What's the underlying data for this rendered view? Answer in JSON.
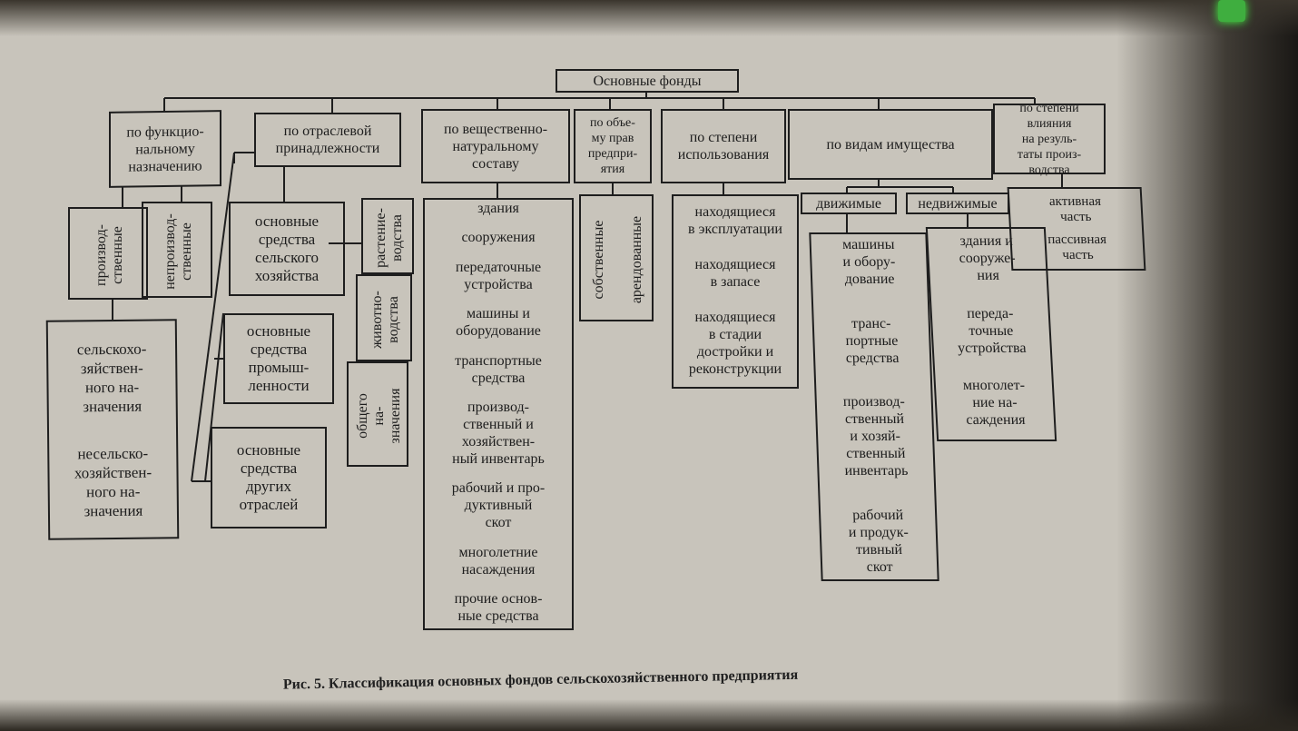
{
  "root": "Основные фонды",
  "categories": {
    "functional": "по функцио-\nнальному\nназначению",
    "branch": "по отраслевой\nпринадлежности",
    "material": "по вещественно-\nнатуральному\nсоставу",
    "rights": "по объе-\nму прав\nпредпри-\nятия",
    "usage": "по степени\nиспользования",
    "property": "по видам имущества",
    "influence": "по степени\nвлияния\nна резуль-\nтаты произ-\nводства"
  },
  "functional": {
    "production": "производ-\nственные",
    "nonproduction": "непроизвод-\nственные",
    "purposes": [
      "сельскохо-\nзяйствен-\nного на-\nзначения",
      "несельско-\nхозяйствен-\nного на-\nзначения"
    ]
  },
  "branch": {
    "agri": "основные\nсредства\nсельского\nхозяйства",
    "industry": "основные\nсредства\nпромыш-\nленности",
    "other": "основные\nсредства\nдругих\nотраслей",
    "sub": [
      "растение-\nводства",
      "животно-\nводства",
      "общего на-\nзначения"
    ]
  },
  "material_items": [
    "здания",
    "сооружения",
    "передаточные\nустройства",
    "машины и\nоборудование",
    "транспортные\nсредства",
    "производ-\nственный и\nхозяйствен-\nный инвентарь",
    "рабочий и про-\nдуктивный\nскот",
    "многолетние\nнасаждения",
    "прочие основ-\nные средства"
  ],
  "rights_items": [
    "собственные",
    "арендованные"
  ],
  "usage_items": [
    "находящиеся\nв эксплуатации",
    "находящиеся\nв запасе",
    "находящиеся\nв стадии\nдостройки и\nреконструкции"
  ],
  "property": {
    "movable": "движимые",
    "immovable": "недвижимые",
    "movable_items": [
      "машины\nи обору-\nдование",
      "транс-\nпортные\nсредства",
      "производ-\nственный\nи хозяй-\nственный\nинвентарь",
      "рабочий\nи продук-\nтивный\nскот"
    ],
    "immovable_items": [
      "здания и\nсооруже-\nния",
      "переда-\nточные\nустройства",
      "многолет-\nние на-\nсаждения"
    ]
  },
  "influence_items": [
    "активная\nчасть",
    "пассивная\nчасть"
  ],
  "caption": "Рис. 5. Классификация основных фондов сельскохозяйственного предприятия"
}
